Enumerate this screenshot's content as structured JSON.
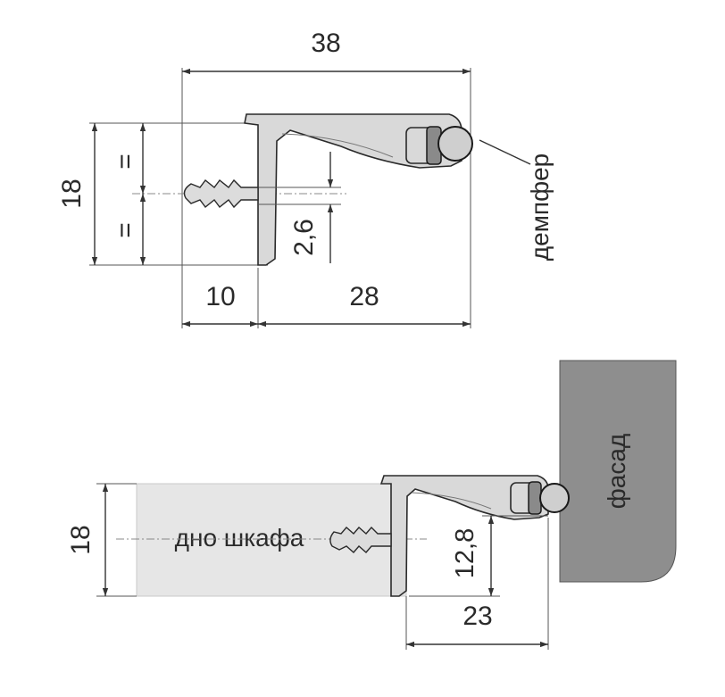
{
  "top_drawing": {
    "dim_total_width": "38",
    "dim_thickness": "18",
    "equal_mark_upper": "=",
    "equal_mark_lower": "=",
    "dim_offset": "2,6",
    "dim_left": "10",
    "dim_right": "28",
    "damper_label": "демпфер"
  },
  "bottom_drawing": {
    "dim_thickness": "18",
    "cabinet_bottom_label": "дно шкафа",
    "dim_height": "12,8",
    "dim_width": "23",
    "facade_label": "фасад"
  },
  "colors": {
    "facade_fill": "#8e8e8e",
    "profile_fill": "#d9d9d9",
    "board_fill": "#e6e6e6"
  }
}
